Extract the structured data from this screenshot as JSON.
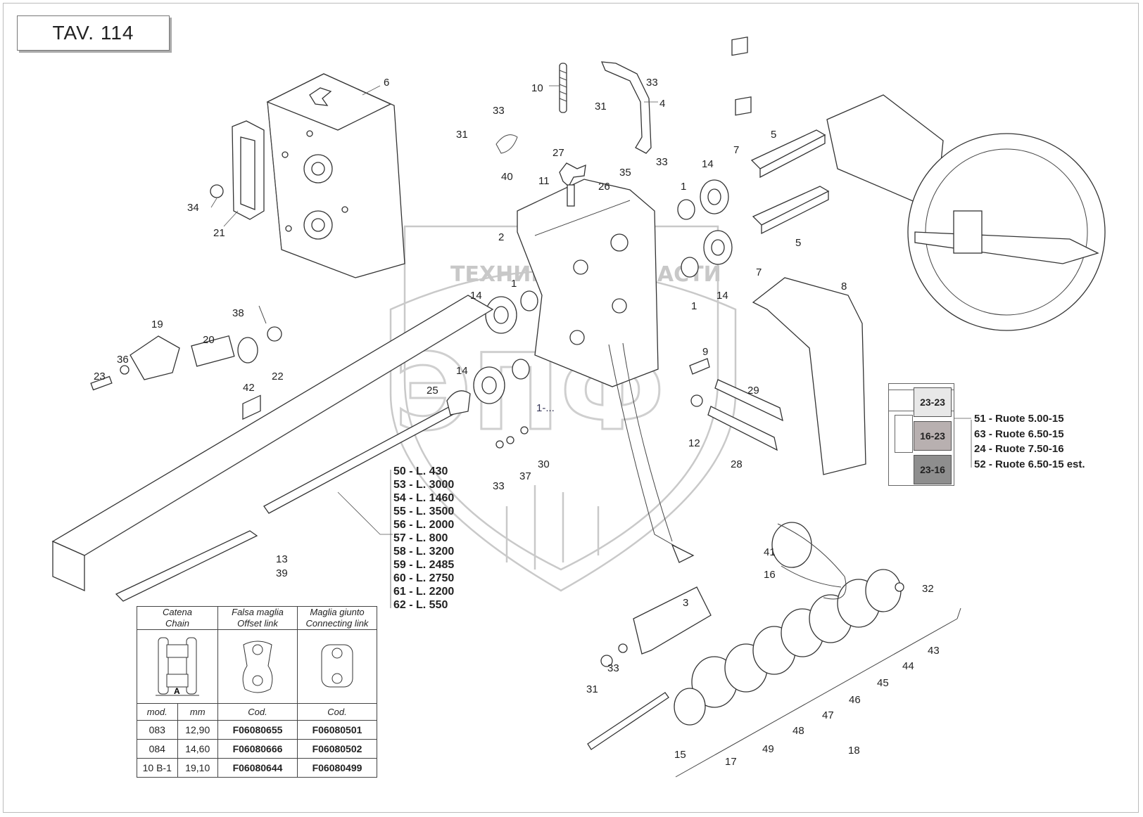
{
  "title": "TAV. 114",
  "watermark": {
    "left": "ТЕХНИКА",
    "right": "ЗАПЧАСТИ",
    "logo": "ЭПФ"
  },
  "part_numbers": {
    "p1": "1",
    "p1b": "1",
    "p1c": "1",
    "p1d": "1-...",
    "p2": "2",
    "p3": "3",
    "p4": "4",
    "p5": "5",
    "p5b": "5",
    "p6": "6",
    "p7": "7",
    "p7b": "7",
    "p8": "8",
    "p9": "9",
    "p10": "10",
    "p11": "11",
    "p12": "12",
    "p13": "13",
    "p14": "14",
    "p14b": "14",
    "p14c": "14",
    "p14d": "14",
    "p15": "15",
    "p16": "16",
    "p17": "17",
    "p18": "18",
    "p19": "19",
    "p20": "20",
    "p21": "21",
    "p22": "22",
    "p23": "23",
    "p25": "25",
    "p26": "26",
    "p27": "27",
    "p28": "28",
    "p29": "29",
    "p30": "30",
    "p31": "31",
    "p31b": "31",
    "p31c": "31",
    "p32": "32",
    "p33": "33",
    "p33b": "33",
    "p33c": "33",
    "p33d": "33",
    "p33e": "33",
    "p34": "34",
    "p35": "35",
    "p36": "36",
    "p37": "37",
    "p38": "38",
    "p39": "39",
    "p40": "40",
    "p41": "41",
    "p42": "42",
    "p43": "43",
    "p44": "44",
    "p45": "45",
    "p46": "46",
    "p47": "47",
    "p48": "48",
    "p49": "49"
  },
  "lengths": [
    "50 - L. 430",
    "53 - L. 3000",
    "54 - L. 1460",
    "55 - L. 3500",
    "56 - L. 2000",
    "57 - L. 800",
    "58 - L. 3200",
    "59 - L. 2485",
    "60 - L. 2750",
    "61 - L. 2200",
    "62 - L. 550"
  ],
  "wheel_legend": {
    "swatches": [
      {
        "label": "23-23",
        "color": "#e8e8e8"
      },
      {
        "label": "16-23",
        "color": "#b8b0b0"
      },
      {
        "label": "23-16",
        "color": "#8e8e8e"
      }
    ],
    "items": [
      "51 - Ruote 5.00-15",
      "63 - Ruote 6.50-15",
      "24 - Ruote 7.50-16",
      "52 - Ruote 6.50-15 est."
    ]
  },
  "chain_table": {
    "headers": [
      {
        "it": "Catena",
        "en": "Chain"
      },
      {
        "it": "Falsa maglia",
        "en": "Offset link"
      },
      {
        "it": "Maglia giunto",
        "en": "Connecting link"
      }
    ],
    "dimension_label": "A",
    "subheaders": [
      "mod.",
      "mm",
      "Cod.",
      "Cod."
    ],
    "rows": [
      {
        "mod": "083",
        "mm": "12,90",
        "offset": "F06080655",
        "connecting": "F06080501"
      },
      {
        "mod": "084",
        "mm": "14,60",
        "offset": "F06080666",
        "connecting": "F06080502"
      },
      {
        "mod": "10 B-1",
        "mm": "19,10",
        "offset": "F06080644",
        "connecting": "F06080499"
      }
    ]
  }
}
